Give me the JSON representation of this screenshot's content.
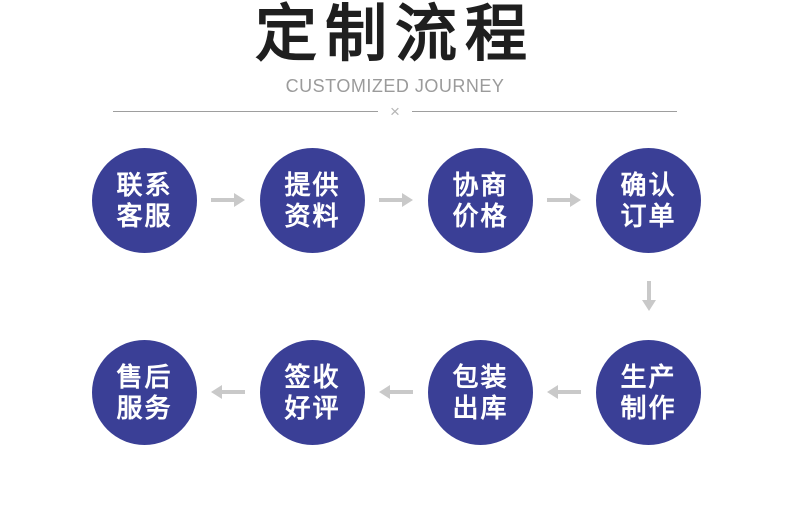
{
  "header": {
    "title": "定制流程",
    "subtitle": "CUSTOMIZED JOURNEY",
    "divider_mark": "×"
  },
  "colors": {
    "page-bg": "#ffffff",
    "circle-bg": "#3a3f96",
    "circle-text": "#ffffff",
    "arrow": "#c9c9c9",
    "title-text": "#1f1f1f",
    "subtitle-text": "#9b9b9b",
    "divider-line": "#9e9e9e",
    "divider-mark": "#b5b5b5"
  },
  "flow": {
    "rows": [
      {
        "direction": "left-to-right",
        "steps": [
          {
            "line1": "联系",
            "line2": "客服"
          },
          {
            "line1": "提供",
            "line2": "资料"
          },
          {
            "line1": "协商",
            "line2": "价格"
          },
          {
            "line1": "确认",
            "line2": "订单"
          }
        ]
      },
      {
        "direction": "right-to-left",
        "steps": [
          {
            "line1": "售后",
            "line2": "服务"
          },
          {
            "line1": "签收",
            "line2": "好评"
          },
          {
            "line1": "包装",
            "line2": "出库"
          },
          {
            "line1": "生产",
            "line2": "制作"
          }
        ]
      }
    ]
  }
}
